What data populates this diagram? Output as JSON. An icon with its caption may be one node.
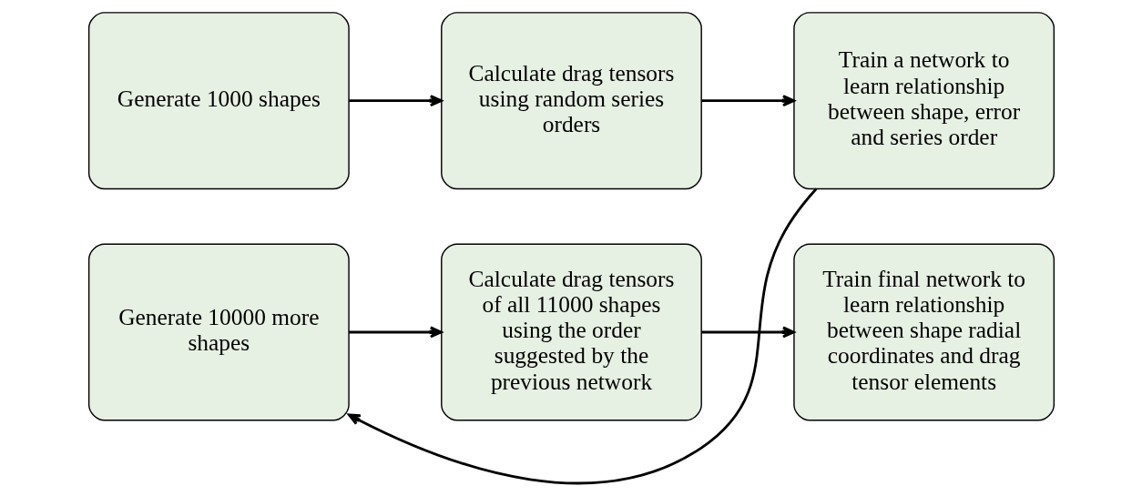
{
  "diagram": {
    "nodes": [
      {
        "text": [
          "Generate 1000 shapes"
        ]
      },
      {
        "text": [
          "Calculate drag tensors using random series orders"
        ]
      },
      {
        "text": [
          "Train a network to learn relationship between shape, error and series order"
        ]
      },
      {
        "text": [
          "Generate 10000 more shapes"
        ]
      },
      {
        "text": [
          "Calculate drag tensors of all 11000 shapes using the order suggested by the previous network"
        ]
      },
      {
        "text": [
          "Train final network to learn relationship between shape radial coordinates and drag tensor elements"
        ]
      }
    ],
    "edges": [
      {
        "from": 0,
        "to": 1,
        "arrow": "to"
      },
      {
        "from": 1,
        "to": 2,
        "arrow": "to"
      },
      {
        "from": 2,
        "to": 3,
        "arrow": "to"
      },
      {
        "from": 3,
        "to": 4,
        "arrow": "to"
      },
      {
        "from": 4,
        "to": 5,
        "arrow": "to"
      }
    ]
  }
}
